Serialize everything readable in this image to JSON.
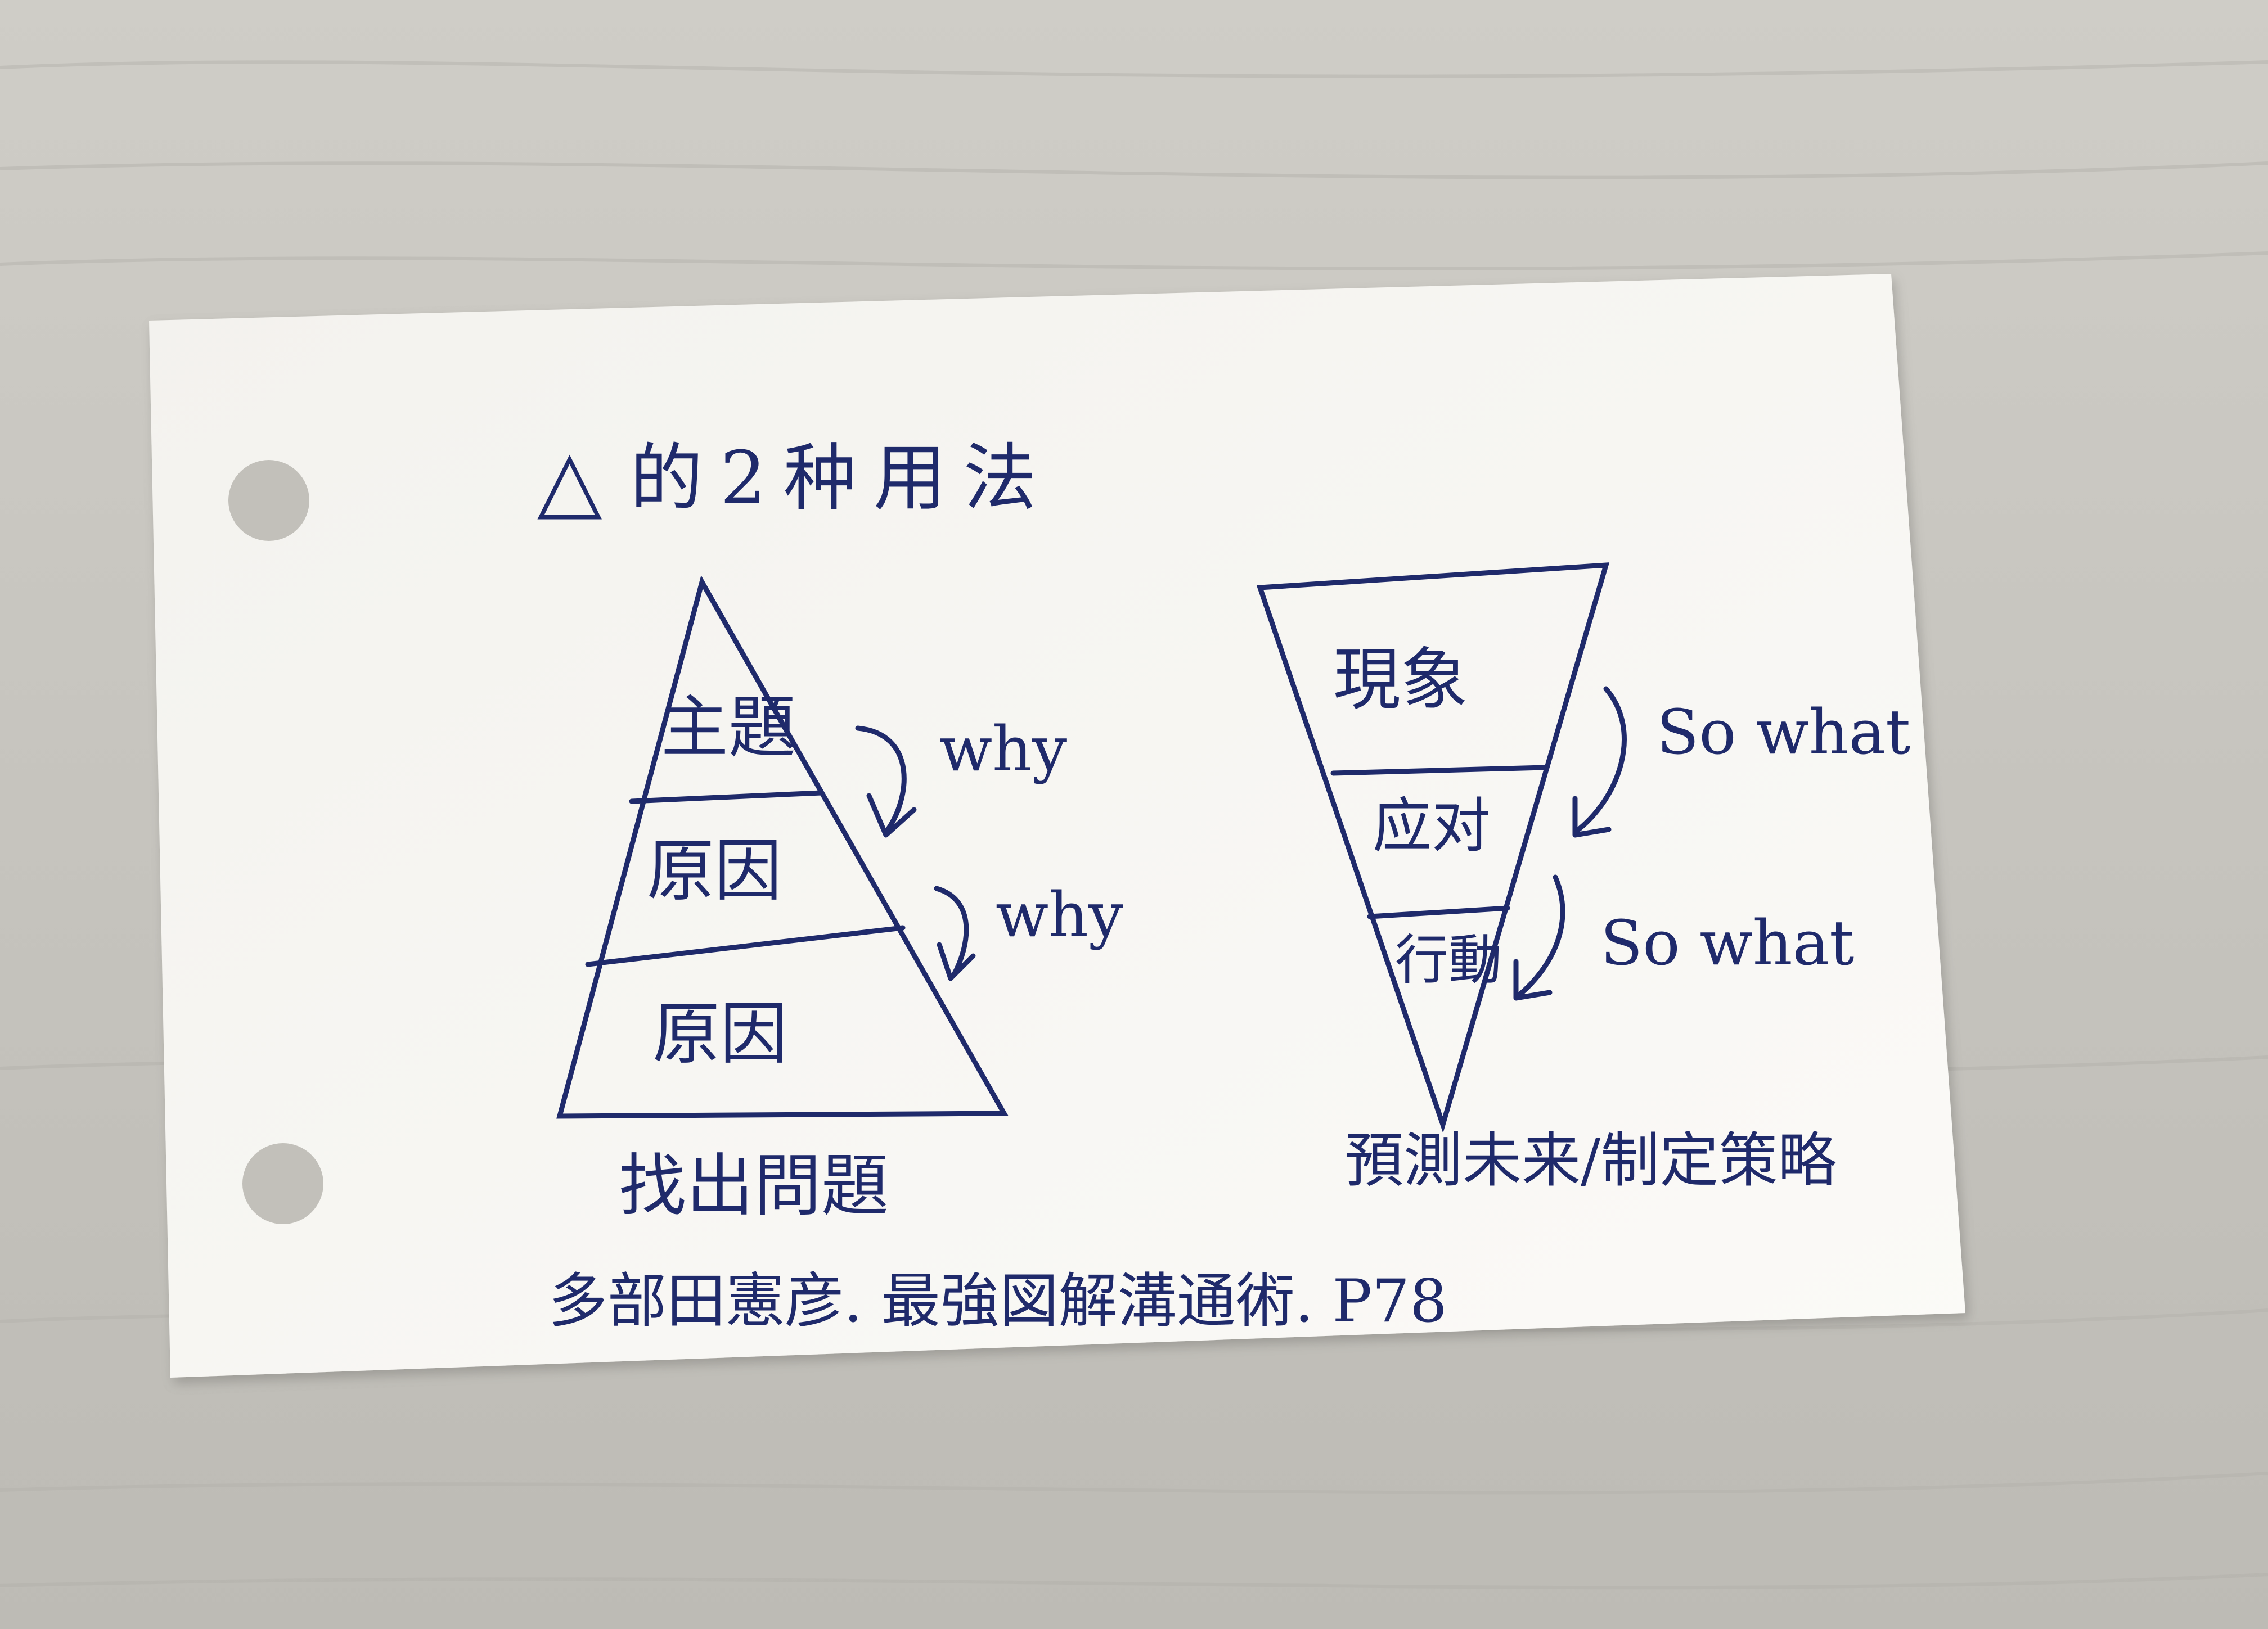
{
  "card": {
    "title_glyph": "△",
    "title": "的2种用法",
    "left_diagram": {
      "layers": [
        "主題",
        "原因",
        "原因"
      ],
      "arrows": [
        "why",
        "why"
      ],
      "caption": "找出問題"
    },
    "right_diagram": {
      "layers": [
        "現象",
        "应对",
        "行動"
      ],
      "arrows": [
        "So what",
        "So what"
      ],
      "caption": "預測未来/制定策略"
    },
    "citation": "多部田憲彦. 最強図解溝通術. P78"
  },
  "colors": {
    "ink": "#1f2a6b",
    "paper": "#f7f6f2",
    "table": "#c9c7c1"
  }
}
